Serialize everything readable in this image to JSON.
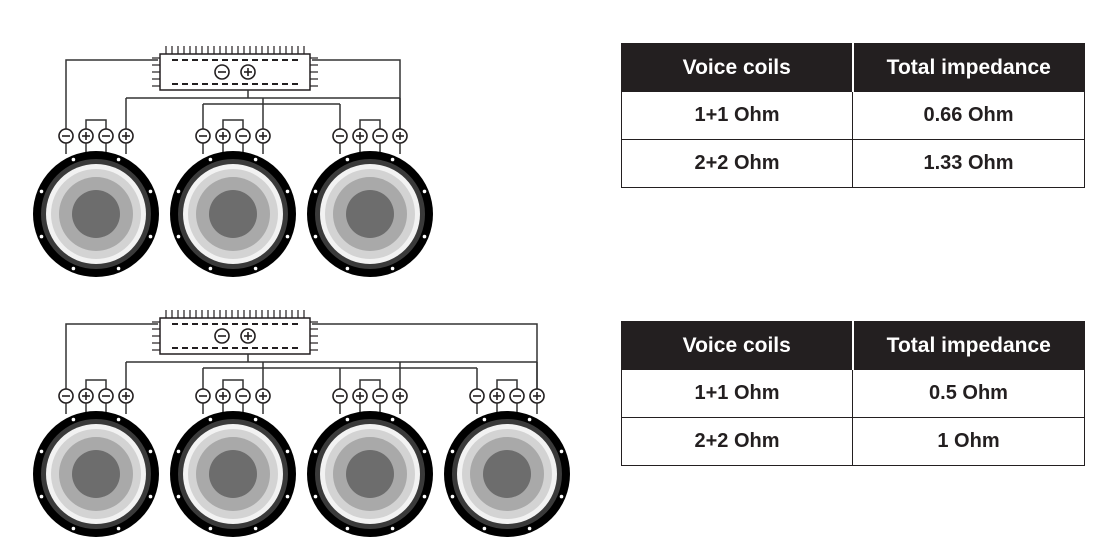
{
  "diagram_top": {
    "name": "3 subwoofer wiring",
    "amplifier_terminals": [
      "⊖",
      "⊕"
    ],
    "speaker_terminals": [
      "⊖",
      "⊕",
      "⊖",
      "⊕"
    ],
    "speaker_count": 3
  },
  "diagram_bottom": {
    "name": "4 subwoofer wiring",
    "amplifier_terminals": [
      "⊖",
      "⊕"
    ],
    "speaker_terminals": [
      "⊖",
      "⊕",
      "⊖",
      "⊕"
    ],
    "speaker_count": 4
  },
  "table_top": {
    "headers": [
      "Voice coils",
      "Total impedance"
    ],
    "rows": [
      [
        "1+1 Ohm",
        "0.66 Ohm"
      ],
      [
        "2+2 Ohm",
        "1.33 Ohm"
      ]
    ]
  },
  "table_bottom": {
    "headers": [
      "Voice coils",
      "Total impedance"
    ],
    "rows": [
      [
        "1+1 Ohm",
        "0.5 Ohm"
      ],
      [
        "2+2 Ohm",
        "1 Ohm"
      ]
    ]
  },
  "colors": {
    "header_bg": "#231f20",
    "header_text": "#ffffff",
    "line": "#231f20",
    "speaker_outer": "#000000",
    "cone_light": "#d3d3d3",
    "cone_mid": "#a9a9a9",
    "dust_cap": "#6d6d6d",
    "wire": "#333333"
  }
}
